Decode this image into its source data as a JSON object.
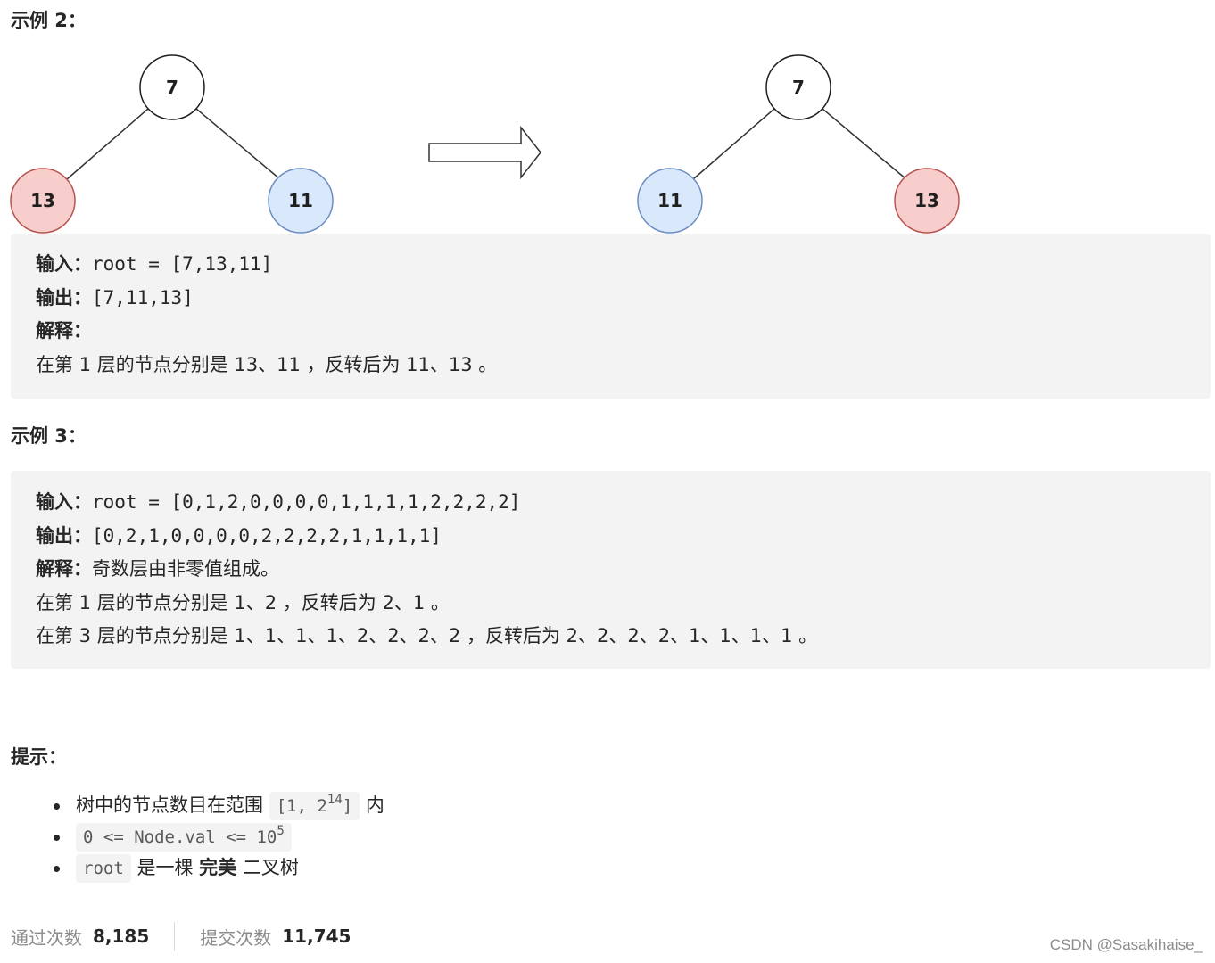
{
  "example2": {
    "heading": "示例 2：",
    "tree_before": {
      "root": "7",
      "left": "13",
      "right": "11"
    },
    "tree_after": {
      "root": "7",
      "left": "11",
      "right": "13"
    },
    "input_label": "输入：",
    "input_value": "root = [7,13,11]",
    "output_label": "输出：",
    "output_value": "[7,11,13]",
    "explain_label": "解释：",
    "explain_lines": [
      "在第 1 层的节点分别是 13、11 ，反转后为 11、13 。"
    ]
  },
  "example3": {
    "heading": "示例 3：",
    "input_label": "输入：",
    "input_value": "root = [0,1,2,0,0,0,0,1,1,1,1,2,2,2,2]",
    "output_label": "输出：",
    "output_value": "[0,2,1,0,0,0,0,2,2,2,2,1,1,1,1]",
    "explain_label": "解释：",
    "explain_value": "奇数层由非零值组成。",
    "explain_lines": [
      "在第 1 层的节点分别是 1、2 ，反转后为 2、1 。",
      "在第 3 层的节点分别是 1、1、1、1、2、2、2、2 ，反转后为 2、2、2、2、1、1、1、1 。"
    ]
  },
  "tips": {
    "heading": "提示：",
    "item1_text": "树中的节点数目在范围",
    "item1_code_pre": "[1, 2",
    "item1_code_sup": "14",
    "item1_code_post": "]",
    "item1_suffix": "内",
    "item2_code_pre": "0 <= Node.val <= 10",
    "item2_code_sup": "5",
    "item3_code": "root",
    "item3_text_a": "是一棵",
    "item3_text_bold": "完美",
    "item3_text_b": "二叉树"
  },
  "stats": {
    "accepted_label": "通过次数",
    "accepted_value": "8,185",
    "submitted_label": "提交次数",
    "submitted_value": "11,745"
  },
  "watermark": "CSDN @Sasakihaise_",
  "colors": {
    "red_node_fill": "#f8cecc",
    "red_node_stroke": "#b85450",
    "blue_node_fill": "#dae8fc",
    "blue_node_stroke": "#6c8ebf",
    "box_bg": "#f3f3f4"
  }
}
